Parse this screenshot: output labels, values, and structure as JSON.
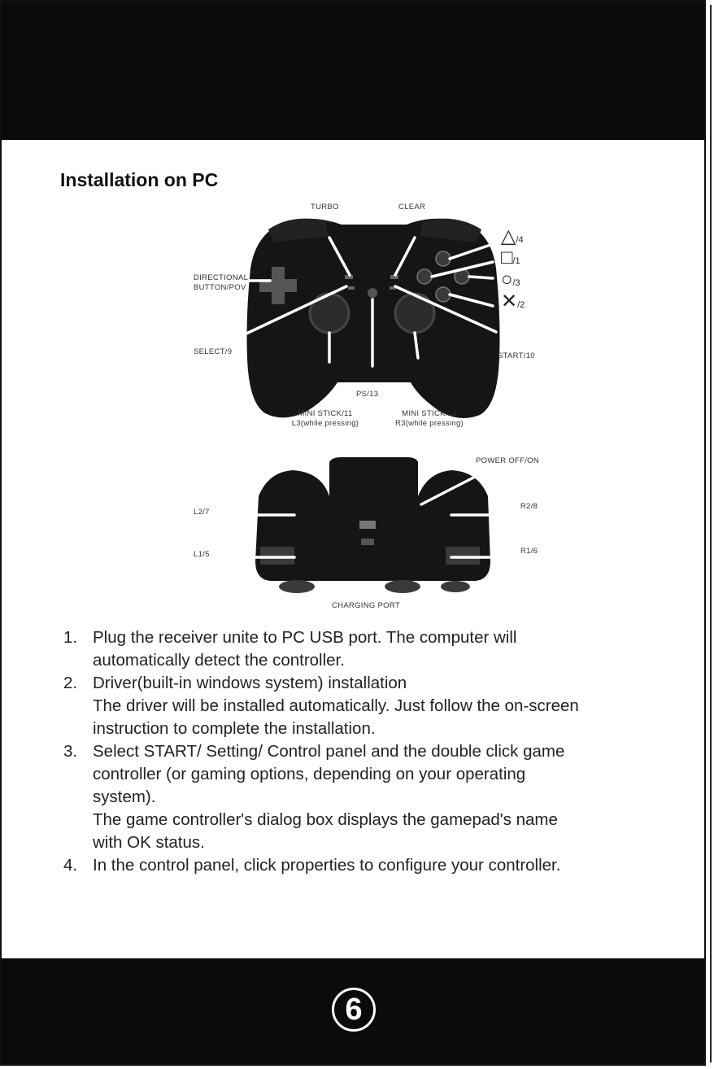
{
  "page": {
    "title": "Installation on PC",
    "page_number": "6"
  },
  "front_labels": {
    "turbo": "TURBO",
    "clear": "CLEAR",
    "directional_1": "DIRECTIONAL",
    "directional_2": "BUTTON/POV",
    "select": "SELECT/9",
    "start": "START/10",
    "ps": "PS/13",
    "mini_left_1": "MINI STICK/11",
    "mini_left_2": "L3(while pressing)",
    "mini_right_1": "MINI STICK/12",
    "mini_right_2": "R3(while pressing)"
  },
  "face_buttons": [
    {
      "symbol": "△",
      "number": "/4"
    },
    {
      "symbol": "□",
      "number": "/1"
    },
    {
      "symbol": "○",
      "number": "/3"
    },
    {
      "symbol": "✕",
      "number": "/2"
    }
  ],
  "top_labels": {
    "power": "POWER OFF/ON",
    "l2": "L2/7",
    "l1": "L1/5",
    "r2": "R2/8",
    "r1": "R1/6",
    "charging": "CHARGING PORT"
  },
  "steps": [
    {
      "num": "1.",
      "lines": [
        "Plug the receiver unite to PC USB port. The computer will",
        "automatically detect the controller."
      ]
    },
    {
      "num": "2.",
      "lines": [
        "Driver(built-in windows system) installation",
        "The driver will be installed automatically. Just follow the on-screen",
        "instruction to complete the installation."
      ]
    },
    {
      "num": "3.",
      "lines": [
        "Select START/ Setting/ Control panel and the double click game",
        "controller (or gaming options, depending on your operating",
        "system).",
        "The game controller's dialog box displays the gamepad's name",
        " with OK status."
      ]
    },
    {
      "num": "4.",
      "lines": [
        "In the control panel, click properties to configure your controller."
      ]
    }
  ]
}
